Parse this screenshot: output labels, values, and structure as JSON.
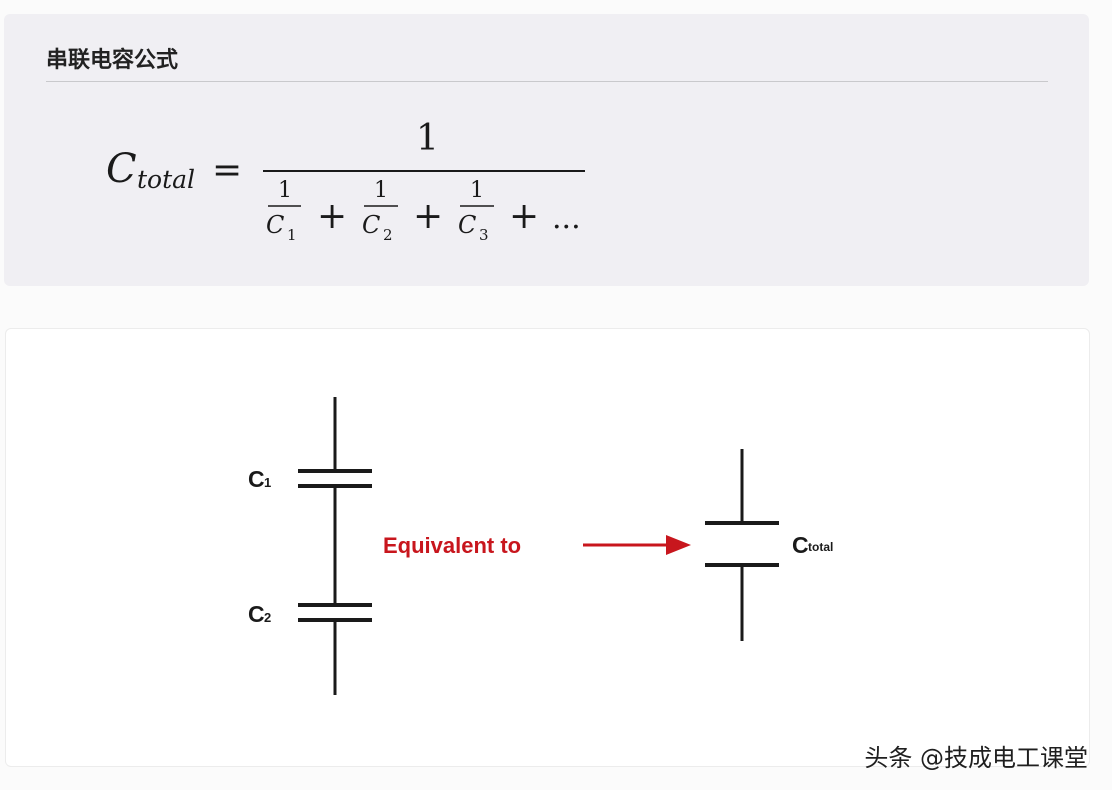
{
  "formula_card": {
    "title": "串联电容公式",
    "lhs_symbol": "C",
    "lhs_subscript": "total",
    "equals": "=",
    "numerator": "1",
    "terms": [
      {
        "num": "1",
        "den": "C",
        "sub": "1"
      },
      {
        "num": "1",
        "den": "C",
        "sub": "2"
      },
      {
        "num": "1",
        "den": "C",
        "sub": "3"
      }
    ],
    "plus": "+",
    "ellipsis": "..."
  },
  "diagram": {
    "c1_main": "C",
    "c1_sub": "1",
    "c2_main": "C",
    "c2_sub": "2",
    "equivalent_label": "Equivalent to",
    "ctotal_main": "C",
    "ctotal_sub": "total",
    "colors": {
      "wire": "#1a1a1a",
      "accent": "#c8161d"
    }
  },
  "watermark": "头条 @技成电工课堂"
}
